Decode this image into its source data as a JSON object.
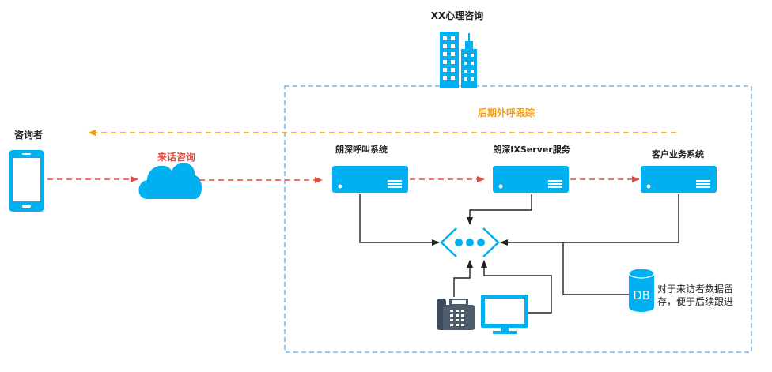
{
  "company": {
    "name": "XX心理咨询"
  },
  "nodes": {
    "phone": {
      "label": "咨询者"
    },
    "cloud": {
      "label": "来话咨询"
    },
    "call_system": {
      "label": "朗深呼叫系统"
    },
    "ix_server": {
      "label": "朗深IXServer服务"
    },
    "crm": {
      "label": "客户业务系统"
    },
    "db": {
      "label": "DB",
      "note_line1": "对于来访者数据留",
      "note_line2": "存，便于后续跟进"
    }
  },
  "flows": {
    "callback": {
      "label": "后期外呼跟踪"
    }
  },
  "colors": {
    "device_blue": "#00b0f0",
    "inbound_red": "#e84a3c",
    "callback_orange": "#f39c12",
    "boundary_blue": "#5aa6e6",
    "line_black": "#222222"
  }
}
